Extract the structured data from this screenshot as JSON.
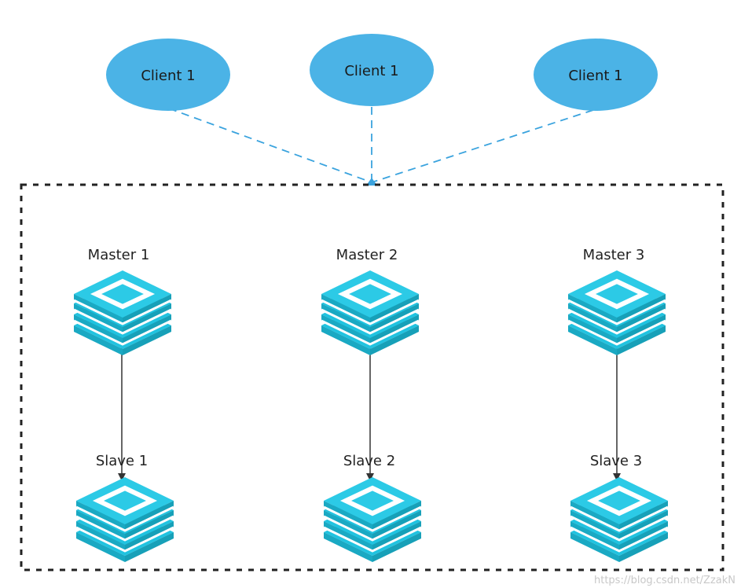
{
  "clients": [
    {
      "label": "Client 1"
    },
    {
      "label": "Client 1"
    },
    {
      "label": "Client 1"
    }
  ],
  "masters": [
    {
      "label": "Master 1"
    },
    {
      "label": "Master 2"
    },
    {
      "label": "Master 3"
    }
  ],
  "slaves": [
    {
      "label": "Slave 1"
    },
    {
      "label": "Slave 2"
    },
    {
      "label": "Slave 3"
    }
  ],
  "watermark": "https://blog.csdn.net/ZzakN",
  "colors": {
    "client_fill": "#4bb3e6",
    "node_fill": "#21c3e0",
    "connector": "#3aa3de",
    "frame": "#222222",
    "arrow": "#333333"
  },
  "icons": {
    "node": "redis-stack-icon"
  }
}
